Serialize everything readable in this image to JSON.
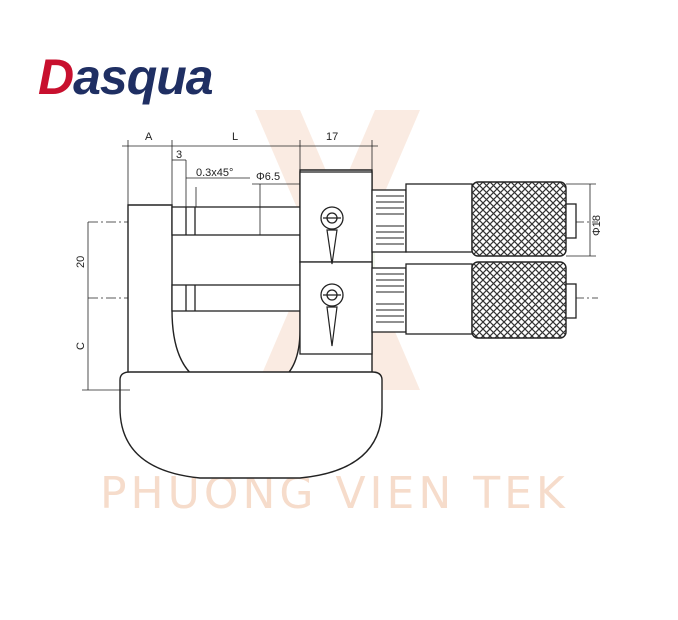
{
  "brand": {
    "name_part1": "D",
    "name_part2": "asqua",
    "color_main": "#1f2f63",
    "color_accent": "#c8102e"
  },
  "watermark": {
    "text": "PHUONG VIEN TEK",
    "color": "#f6dccb"
  },
  "dimensions": {
    "a": "A",
    "l": "L",
    "seventeen": "17",
    "three": "3",
    "chamfer": "0.3x45°",
    "phi65": "Φ6.5",
    "phi18": "Φ18",
    "twenty": "20",
    "c": "C"
  },
  "colors": {
    "line": "#222222",
    "knurl": "#333333"
  }
}
